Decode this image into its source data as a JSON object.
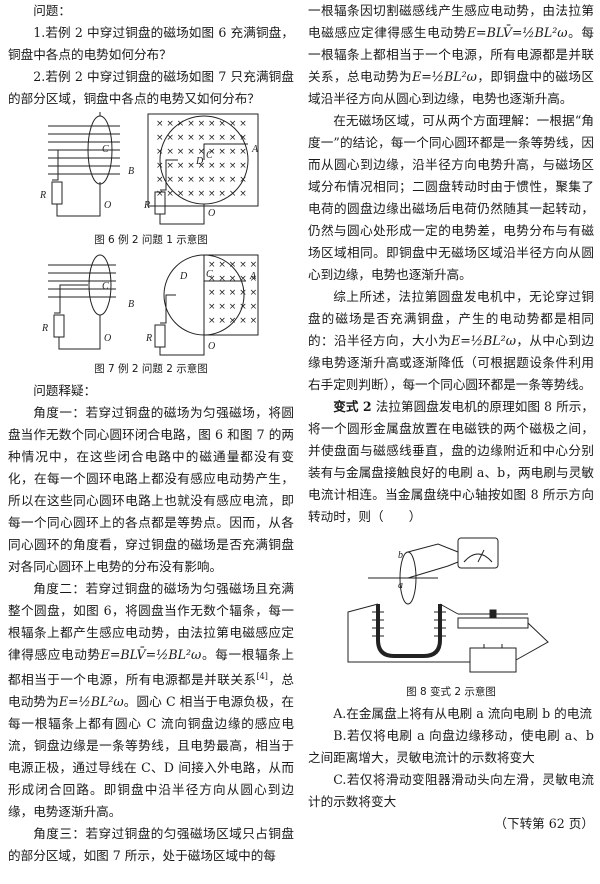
{
  "left": {
    "q_title": "问题：",
    "q1": "1.若例 2 中穿过铜盘的磁场如图 6 充满铜盘，铜盘中各点的电势如何分布？",
    "q2": "2.若例 2 中穿过铜盘的磁场如图 7 只充满铜盘的部分区域，铜盘中各点的电势又如何分布？",
    "fig6_caption": "图 6  例 2 问题 1 示意图",
    "fig7_caption": "图 7  例 2 问题 2 示意图",
    "fig_labels": {
      "C": "C",
      "B": "B",
      "R": "R",
      "O": "O",
      "D": "D",
      "A": "A"
    },
    "explain_title": "问题释疑：",
    "angle1": "角度一：若穿过铜盘的磁场为匀强磁场，将圆盘当作无数个同心圆环闭合电路，图 6 和图 7 的两种情况中，在这些闭合电路中的磁通量都没有变化，在每一个圆环电路上都没有感应电动势产生，所以在这些同心圆环电路上也就没有感应电流，即每一个同心圆环上的各点都是等势点。因而，从各同心圆环的角度看，穿过铜盘的磁场是否充满铜盘对各同心圆环上电势的分布没有影响。",
    "angle2_a": "角度二：若穿过铜盘的磁场为匀强磁场且充满整个圆盘，如图 6，将圆盘当作无数个辐条，每一根辐条上都产生感应电动势，由法拉第电磁感应定律得感应电动势",
    "angle2_eq1": "E=BLV̄=½BL²ω",
    "angle2_b": "。每一根辐条上都相当于一个电源，所有电源都是并联关系",
    "angle2_ref": "[4]",
    "angle2_c": "，总电动势为",
    "angle2_eq2": "E=½BL²ω",
    "angle2_d": "。圆心 C 相当于电源负极，在每一根辐条上都有圆心 C 流向铜盘边缘的感应电流，铜盘边缘是一条等势线，且电势最高，相当于电源正极，通过导线在 C、D 间接入外电路，从而形成闭合回路。即铜盘中沿半径方向从圆心到边缘，电势逐渐升高。",
    "angle3": "角度三：若穿过铜盘的匀强磁场区域只占铜盘的部分区域，如图 7 所示，处于磁场区域中的每"
  },
  "right": {
    "p1_a": "一根辐条因切割磁感线产生感应电动势，由法拉第电磁感应定律得感生电动势",
    "p1_eq": "E=BLV̄=½BL²ω",
    "p1_b": "。每一根辐条上都相当于一个电源，所有电源都是并联关系，总电动势为",
    "p1_eq2": "E=½BL²ω",
    "p1_c": "，即铜盘中的磁场区域沿半径方向从圆心到边缘，电势也逐渐升高。",
    "p2": "在无磁场区域，可从两个方面理解：一根据“角度一”的结论，每一个同心圆环都是一条等势线，因而从圆心到边缘，沿半径方向电势升高，与磁场区域分布情况相同；二圆盘转动时由于惯性，聚集了电荷的圆盘边缘出磁场后电荷仍然随其一起转动，仍然与圆心处形成一定的电势差，电势分布与有磁场区域相同。即铜盘中无磁场区域沿半径方向从圆心到边缘，电势也逐渐升高。",
    "p3_a": "综上所述，法拉第圆盘发电机中，无论穿过铜盘的磁场是否充满铜盘，产生的电动势都是相同的：沿半径方向，大小为",
    "p3_eq": "E=½BL²ω",
    "p3_b": "，从中心到边缘电势逐渐升高或逐渐降低（可根据题设条件利用右手定则判断），每一个同心圆环都是一条等势线。",
    "var2_label": "变式 2",
    "var2_text": " 法拉第圆盘发电机的原理如图 8 所示，将一个圆形金属盘放置在电磁铁的两个磁极之间，并使盘面与磁感线垂直，盘的边缘附近和中心分别装有与金属盘接触良好的电刷 a、b，两电刷与灵敏电流计相连。当金属盘绕中心轴按如图 8 所示方向转动时，则（　　）",
    "fig8_caption": "图 8  变式 2 示意图",
    "fig8_labels": {
      "a": "a",
      "b": "b"
    },
    "optA": "A.在金属盘上将有从电刷 a 流向电刷 b 的电流",
    "optB": "B.若仅将电刷 a 向盘边缘移动，使电刷 a、b 之间距离增大，灵敏电流计的示数将变大",
    "optC": "C.若仅将滑动变阻器滑动头向左滑，灵敏电流计的示数将变大",
    "continued": "（下转第 62 页）"
  }
}
